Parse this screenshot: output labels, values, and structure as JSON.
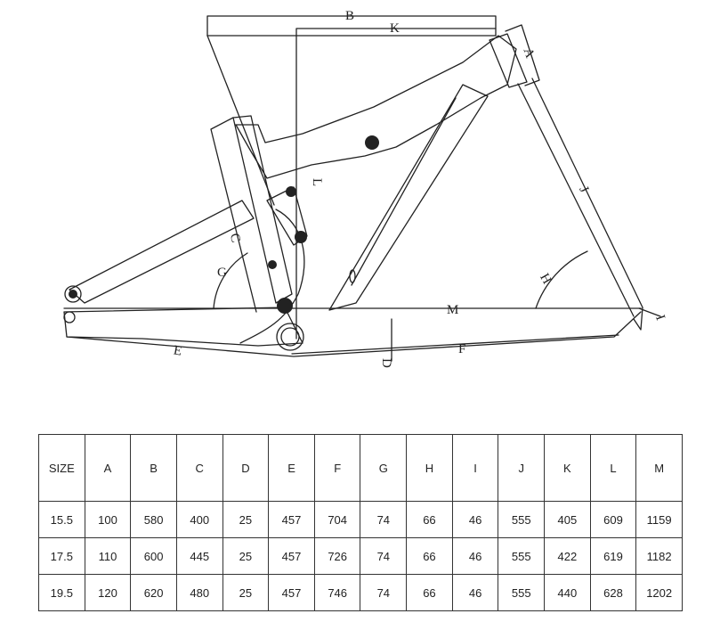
{
  "diagram": {
    "labels": {
      "A": "A",
      "B": "B",
      "C": "C",
      "D": "D",
      "E": "E",
      "F": "F",
      "G": "G",
      "H": "H",
      "I": "I",
      "J": "J",
      "K": "K",
      "L": "L",
      "M": "M"
    }
  },
  "table": {
    "headers": [
      "SIZE",
      "A",
      "B",
      "C",
      "D",
      "E",
      "F",
      "G",
      "H",
      "I",
      "J",
      "K",
      "L",
      "M"
    ],
    "rows": [
      [
        "15.5",
        "100",
        "580",
        "400",
        "25",
        "457",
        "704",
        "74",
        "66",
        "46",
        "555",
        "405",
        "609",
        "1159"
      ],
      [
        "17.5",
        "110",
        "600",
        "445",
        "25",
        "457",
        "726",
        "74",
        "66",
        "46",
        "555",
        "422",
        "619",
        "1182"
      ],
      [
        "19.5",
        "120",
        "620",
        "480",
        "25",
        "457",
        "746",
        "74",
        "66",
        "46",
        "555",
        "440",
        "628",
        "1202"
      ]
    ]
  }
}
